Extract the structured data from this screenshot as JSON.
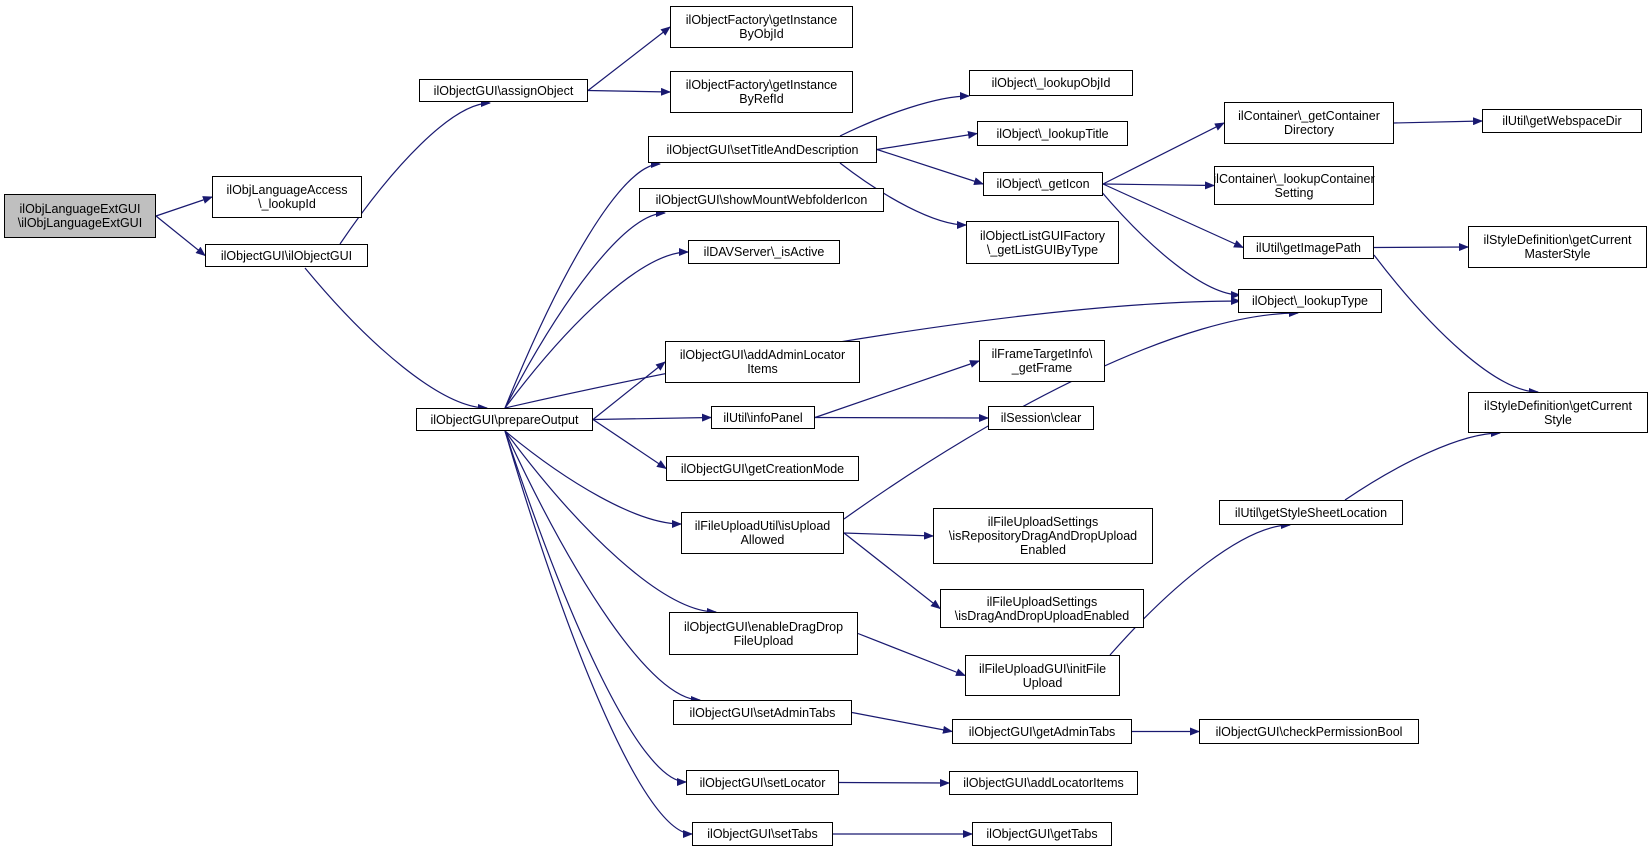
{
  "nodes": [
    {
      "id": "root",
      "label": "ilObjLanguageExtGUI\n\\ilObjLanguageExtGUI",
      "root": true
    },
    {
      "id": "lookupId",
      "label": "ilObjLanguageAccess\n\\_lookupId"
    },
    {
      "id": "ctor",
      "label": "ilObjectGUI\\ilObjectGUI"
    },
    {
      "id": "assign",
      "label": "ilObjectGUI\\assignObject"
    },
    {
      "id": "gi_obj",
      "label": "ilObjectFactory\\getInstance\nByObjId"
    },
    {
      "id": "gi_ref",
      "label": "ilObjectFactory\\getInstance\nByRefId"
    },
    {
      "id": "prep",
      "label": "ilObjectGUI\\prepareOutput"
    },
    {
      "id": "settitle",
      "label": "ilObjectGUI\\setTitleAndDescription"
    },
    {
      "id": "lk_objid",
      "label": "ilObject\\_lookupObjId"
    },
    {
      "id": "lk_title",
      "label": "ilObject\\_lookupTitle"
    },
    {
      "id": "geticon",
      "label": "ilObject\\_getIcon"
    },
    {
      "id": "listgui",
      "label": "ilObjectListGUIFactory\n\\_getListGUIByType"
    },
    {
      "id": "cont_dir",
      "label": "ilContainer\\_getContainer\nDirectory"
    },
    {
      "id": "webspace",
      "label": "ilUtil\\getWebspaceDir"
    },
    {
      "id": "cont_set",
      "label": "ilContainer\\_lookupContainer\nSetting"
    },
    {
      "id": "imgpath",
      "label": "ilUtil\\getImagePath"
    },
    {
      "id": "masterstyle",
      "label": "ilStyleDefinition\\getCurrent\nMasterStyle"
    },
    {
      "id": "lk_type",
      "label": "ilObject\\_lookupType"
    },
    {
      "id": "curstyle",
      "label": "ilStyleDefinition\\getCurrent\nStyle"
    },
    {
      "id": "mount",
      "label": "ilObjectGUI\\showMountWebfolderIcon"
    },
    {
      "id": "dav",
      "label": "ilDAVServer\\_isActive"
    },
    {
      "id": "adminloc",
      "label": "ilObjectGUI\\addAdminLocator\nItems"
    },
    {
      "id": "infopanel",
      "label": "ilUtil\\infoPanel"
    },
    {
      "id": "frame",
      "label": "ilFrameTargetInfo\\\n_getFrame"
    },
    {
      "id": "session",
      "label": "ilSession\\clear"
    },
    {
      "id": "creation",
      "label": "ilObjectGUI\\getCreationMode"
    },
    {
      "id": "uploadallowed",
      "label": "ilFileUploadUtil\\isUpload\nAllowed"
    },
    {
      "id": "repodnd",
      "label": "ilFileUploadSettings\n\\isRepositoryDragAndDropUpload\nEnabled"
    },
    {
      "id": "dndenabled",
      "label": "ilFileUploadSettings\n\\isDragAndDropUploadEnabled"
    },
    {
      "id": "stylesheet",
      "label": "ilUtil\\getStyleSheetLocation"
    },
    {
      "id": "enabledd",
      "label": "ilObjectGUI\\enableDragDrop\nFileUpload"
    },
    {
      "id": "initfile",
      "label": "ilFileUploadGUI\\initFile\nUpload"
    },
    {
      "id": "setadmintabs",
      "label": "ilObjectGUI\\setAdminTabs"
    },
    {
      "id": "getadmintabs",
      "label": "ilObjectGUI\\getAdminTabs"
    },
    {
      "id": "checkperm",
      "label": "ilObjectGUI\\checkPermissionBool"
    },
    {
      "id": "setlocator",
      "label": "ilObjectGUI\\setLocator"
    },
    {
      "id": "addlocator",
      "label": "ilObjectGUI\\addLocatorItems"
    },
    {
      "id": "settabs",
      "label": "ilObjectGUI\\setTabs"
    },
    {
      "id": "gettabs",
      "label": "ilObjectGUI\\getTabs"
    }
  ],
  "edges": [
    [
      "root",
      "lookupId"
    ],
    [
      "root",
      "ctor"
    ],
    [
      "ctor",
      "assign"
    ],
    [
      "ctor",
      "prep"
    ],
    [
      "assign",
      "gi_obj"
    ],
    [
      "assign",
      "gi_ref"
    ],
    [
      "prep",
      "settitle"
    ],
    [
      "prep",
      "mount"
    ],
    [
      "prep",
      "dav"
    ],
    [
      "prep",
      "lk_type"
    ],
    [
      "prep",
      "adminloc"
    ],
    [
      "prep",
      "infopanel"
    ],
    [
      "prep",
      "creation"
    ],
    [
      "prep",
      "uploadallowed"
    ],
    [
      "prep",
      "enabledd"
    ],
    [
      "prep",
      "setadmintabs"
    ],
    [
      "prep",
      "setlocator"
    ],
    [
      "prep",
      "settabs"
    ],
    [
      "settitle",
      "lk_objid"
    ],
    [
      "settitle",
      "lk_title"
    ],
    [
      "settitle",
      "geticon"
    ],
    [
      "settitle",
      "listgui"
    ],
    [
      "geticon",
      "cont_dir"
    ],
    [
      "geticon",
      "cont_set"
    ],
    [
      "geticon",
      "imgpath"
    ],
    [
      "geticon",
      "lk_type"
    ],
    [
      "cont_dir",
      "webspace"
    ],
    [
      "imgpath",
      "masterstyle"
    ],
    [
      "imgpath",
      "curstyle"
    ],
    [
      "infopanel",
      "frame"
    ],
    [
      "infopanel",
      "session"
    ],
    [
      "uploadallowed",
      "lk_type"
    ],
    [
      "uploadallowed",
      "repodnd"
    ],
    [
      "uploadallowed",
      "dndenabled"
    ],
    [
      "enabledd",
      "initfile"
    ],
    [
      "initfile",
      "stylesheet"
    ],
    [
      "stylesheet",
      "curstyle"
    ],
    [
      "setadmintabs",
      "getadmintabs"
    ],
    [
      "getadmintabs",
      "checkperm"
    ],
    [
      "setlocator",
      "addlocator"
    ],
    [
      "settabs",
      "gettabs"
    ]
  ],
  "colors": {
    "edge": "#191970",
    "root_fill": "#bfbfbf",
    "node_border": "#000000"
  }
}
